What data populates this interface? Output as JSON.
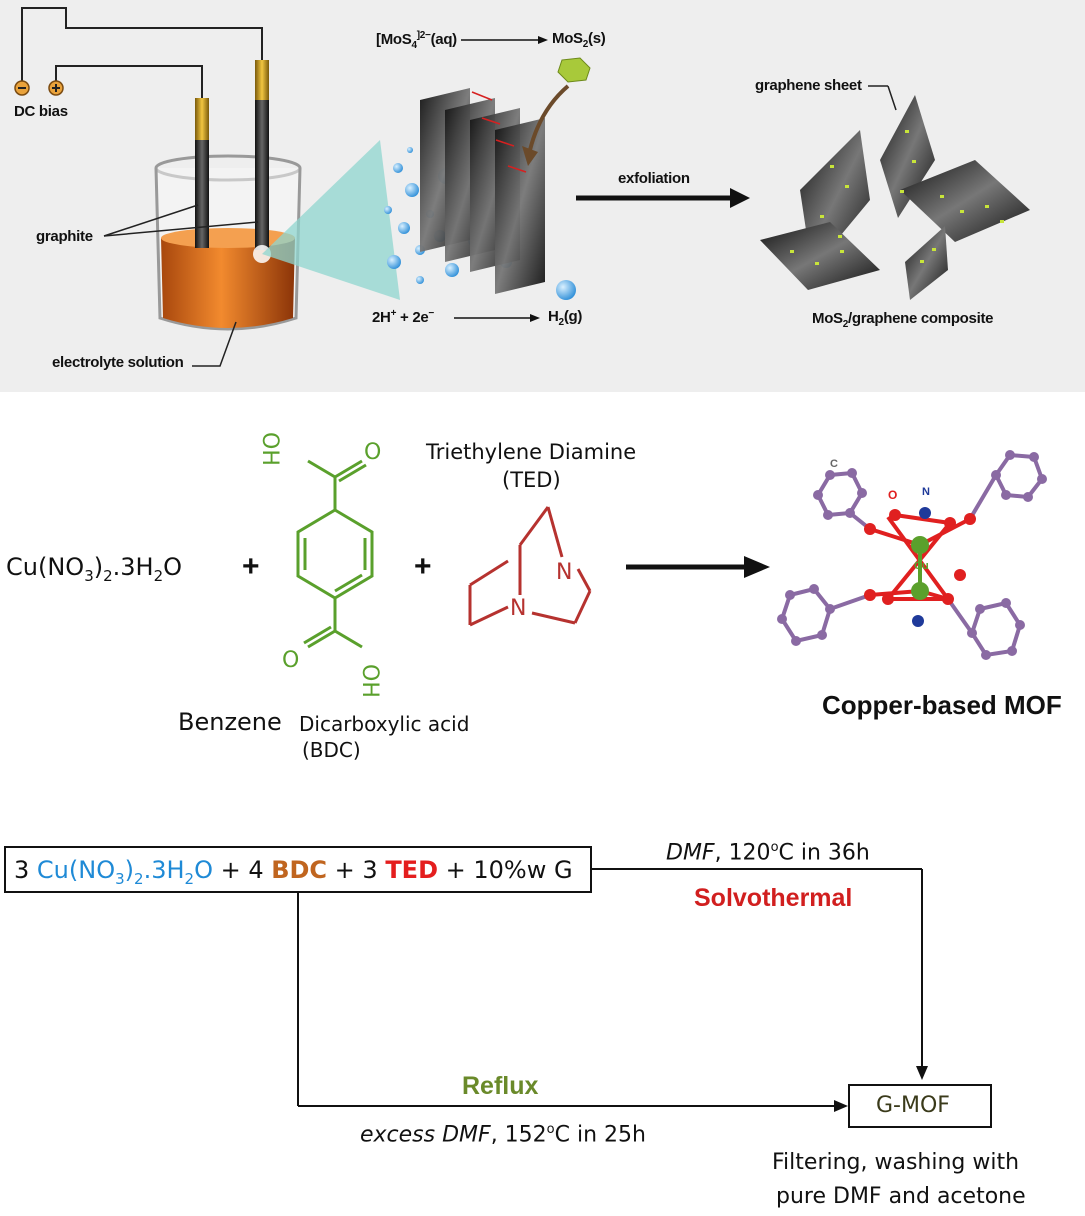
{
  "top": {
    "reaction_top": "[MoS4]2−(aq) ⟶ MoS2(s)",
    "reaction_top_parts": {
      "a": "[MoS",
      "a_sub": "4",
      "a_sup": "]2−",
      "a_tail": "(aq)",
      "b": "MoS",
      "b_sub": "2",
      "b_tail": "(s)"
    },
    "reaction_bottom_parts": {
      "a": "2H",
      "a_sup": "+",
      "a_mid": " + 2e",
      "a_sup2": "−",
      "b": "H",
      "b_sub": "2",
      "b_tail": "(g)"
    },
    "dc_bias": "DC bias",
    "minus": "−",
    "plus": "+",
    "graphite": "graphite",
    "electrolyte": "electrolyte solution",
    "exfoliation": "exfoliation",
    "graphene_sheet": "graphene sheet",
    "composite_a": "MoS",
    "composite_sub": "2",
    "composite_b": "/graphene composite"
  },
  "middle": {
    "reactant1_a": "Cu(NO",
    "reactant1_sub1": "3",
    "reactant1_b": ")",
    "reactant1_sub2": "2",
    "reactant1_c": ".3H",
    "reactant1_sub3": "2",
    "reactant1_d": "O",
    "plus": "+",
    "ted_name": "Triethylene Diamine",
    "ted_abbr": "(TED)",
    "n_label": "N",
    "bdc_oh": "OH",
    "bdc_o": "O",
    "bdc_name_a": "Benzene",
    "bdc_name_b": "Dicarboxylic acid",
    "bdc_abbr": "(BDC)",
    "mof_label": "Copper-based MOF",
    "atom_c": "C",
    "atom_o": "O",
    "atom_n": "N",
    "atom_cu": "Cu"
  },
  "bottom": {
    "eq_3a": "3 ",
    "eq_cu_a": "Cu(NO",
    "eq_cu_sub1": "3",
    "eq_cu_b": ")",
    "eq_cu_sub2": "2",
    "eq_cu_c": ".3H",
    "eq_cu_sub3": "2",
    "eq_cu_d": "O",
    "eq_4": " + 4 ",
    "eq_bdc": "BDC",
    "eq_3b": " + 3 ",
    "eq_ted": "TED",
    "eq_g": " + 10%w G",
    "solvo_cond_a": "DMF",
    "solvo_cond_b": ", 120",
    "solvo_cond_sup": "o",
    "solvo_cond_c": "C in 36h",
    "solvothermal": "Solvothermal",
    "reflux": "Reflux",
    "reflux_cond_a": "excess DMF",
    "reflux_cond_b": ", 152",
    "reflux_cond_sup": "o",
    "reflux_cond_c": "C in 25h",
    "product": "G-MOF",
    "note_1": "Filtering, washing with",
    "note_2": "pure DMF and acetone"
  },
  "colors": {
    "cu_blue": "#1f8ad6",
    "bdc_orange": "#c0651f",
    "ted_red": "#e41e1e",
    "solvo_red": "#d11f1f",
    "reflux_green": "#6a8a2a",
    "bdc_green": "#5aa02c",
    "ted_struct": "#b6322f",
    "mof_purple": "#8a6aa3"
  }
}
